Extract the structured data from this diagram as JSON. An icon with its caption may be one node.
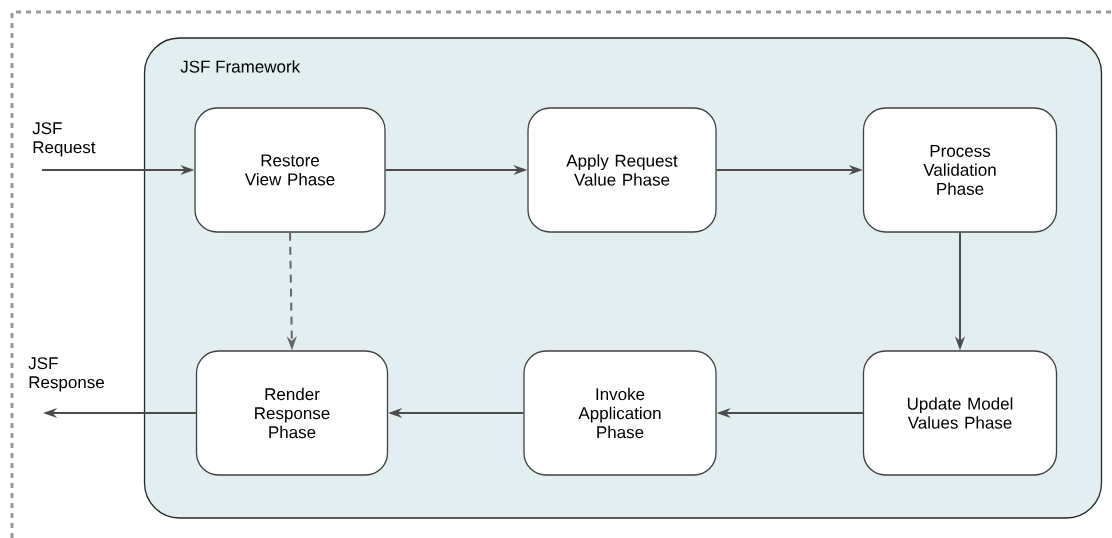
{
  "diagram": {
    "nodes": [
      {
        "text": [
          "JSF Framework"
        ]
      },
      {
        "text": [
          "Restore View Phase"
        ],
        "in": 0
      },
      {
        "text": [
          "Apply Request Value Phase"
        ],
        "in": 0
      },
      {
        "text": [
          "Process Validation Phase"
        ],
        "in": 0
      },
      {
        "text": [
          "Update Model Values Phase"
        ],
        "in": 0
      },
      {
        "text": [
          "Invoke Application Phase"
        ],
        "in": 0
      },
      {
        "text": [
          "Render Response Phase"
        ],
        "in": 0
      },
      {
        "text": [
          "JSF Request"
        ]
      },
      {
        "text": [
          "JSF Response"
        ]
      }
    ],
    "edges": [
      {
        "from": 7,
        "to": 1,
        "arrow": "to"
      },
      {
        "from": 1,
        "to": 2,
        "arrow": "to"
      },
      {
        "from": 2,
        "to": 3,
        "arrow": "to"
      },
      {
        "from": 3,
        "to": 4,
        "arrow": "to"
      },
      {
        "from": 4,
        "to": 5,
        "arrow": "to"
      },
      {
        "from": 5,
        "to": 6,
        "arrow": "to"
      },
      {
        "from": 1,
        "to": 6,
        "arrow": "to",
        "style": "dashed",
        "color": "#666666"
      },
      {
        "from": 6,
        "to": 8,
        "arrow": "to"
      }
    ]
  }
}
